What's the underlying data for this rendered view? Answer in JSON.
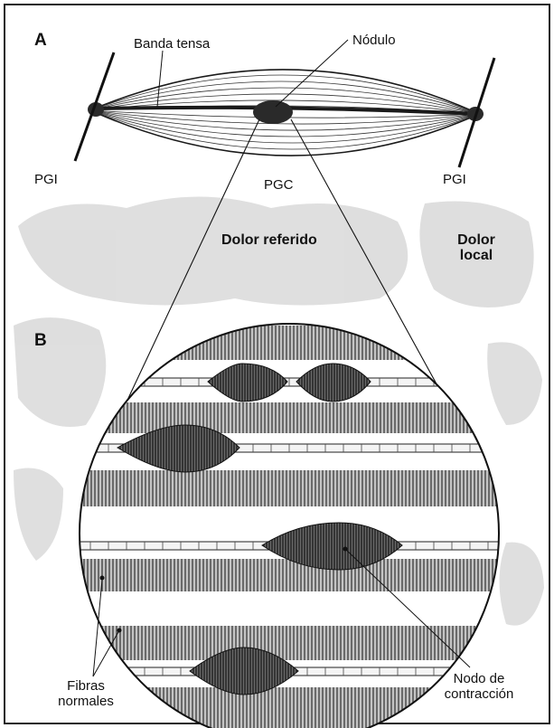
{
  "panel_a": {
    "letter": "A",
    "taut_band": "Banda tensa",
    "nodule": "Nódulo",
    "pgi_left": "PGI",
    "pgi_right": "PGI",
    "pgc": "PGC",
    "referred_pain": "Dolor referido",
    "local_pain_line1": "Dolor",
    "local_pain_line2": "local"
  },
  "panel_b": {
    "letter": "B",
    "normal_fibers_line1": "Fibras",
    "normal_fibers_line2": "normales",
    "contraction_knot_line1": "Nodo de",
    "contraction_knot_line2": "contracción"
  },
  "colors": {
    "border": "#222222",
    "ink": "#1a1a1a",
    "fiber_fill": "#9a9a9a",
    "knot_fill": "#4a4a4a",
    "pain_zone": "#d8d8d8"
  }
}
